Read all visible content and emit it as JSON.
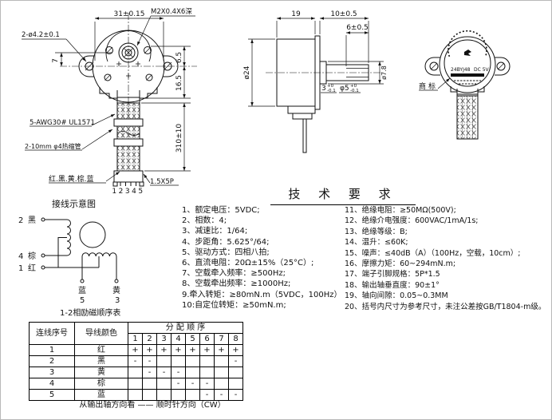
{
  "front_view": {
    "dim_width": "31±0.15",
    "thread_label": "M2X0.4X6深",
    "holes_label": "2-ø4.2±0.1",
    "dim_offset": "7",
    "dim_right_upper": "6.5",
    "dim_right_lower": "16.5",
    "dim_wire_length": "310±10",
    "wire_label": "5-AWG30# UL1571",
    "sleeve_label": "2-10mm φ4热缩管",
    "wire_colors_label": "红.黑.黄.棕.蓝",
    "pin_numbers": "12345",
    "connector_label": "1.5X5P"
  },
  "side_view": {
    "dim_depth": "19",
    "dim_shaft_len": "10±0.5",
    "dim_flat_len": "6±0.5",
    "dim_body_dia": "ø24",
    "dim_boss_dia": "ø7.8",
    "dim_across_flats": "3",
    "dim_shaft_dia": "φ5",
    "tol_up": "+0",
    "tol_dn": "-0.1"
  },
  "rear_view": {
    "trademark_label": "商标",
    "label_model": "24BYJ48",
    "label_voltage": "DC 5V"
  },
  "wiring": {
    "title": "接线示意图",
    "terminals": [
      {
        "num": "2",
        "color": "黑"
      },
      {
        "num": "4",
        "color": "棕"
      },
      {
        "num": "1",
        "color": "红"
      }
    ],
    "bottom_terminals": [
      {
        "color": "蓝",
        "num": "5"
      },
      {
        "color": "黄",
        "num": "3"
      }
    ],
    "caption": "1-2相励磁顺序表"
  },
  "tech": {
    "title": "技 术 要 求",
    "left": [
      "1、额定电压：5VDC;",
      "2、相数：4;",
      "3、减速比：1/64;",
      "4、步距角：5.625°/64;",
      "5、驱动方式：四相八拍;",
      "6、直流电阻：20Ω±15%（25°C）;",
      "7、空载牵入频率：≥500Hz;",
      "8、空载牵出频率：≥1000Hz;",
      "9.牵入转矩：≥80mN.m（5VDC，100Hz）",
      "10:自定位转矩：≥50mN.m;"
    ],
    "right": [
      "11、绝缘电阻：≥50MΩ(500V);",
      "12、绝缘介电强度：600VAC/1mA/1s;",
      "13、绝缘等级：B;",
      "14、温升：≤60K;",
      "15、噪声：≤40dB（A）（100Hz，空载，10cm）;",
      "16、摩擦力矩：60~294mN.m;",
      "17、端子引脚规格：5P*1.5",
      "18、输出轴垂直度：90±1°",
      "19、轴向间隙：0.05~0.3MM",
      "20、括号内尺寸为参考尺寸，未注公差按GB/T1804-m级。"
    ]
  },
  "sequence_table": {
    "col1_header": "连线序号",
    "col2_header": "导线颜色",
    "span_header": "分 配 顺 序",
    "step_headers": [
      "1",
      "2",
      "3",
      "4",
      "5",
      "6",
      "7",
      "8"
    ],
    "rows": [
      {
        "num": "1",
        "color": "红",
        "steps": [
          "+",
          "+",
          "+",
          "+",
          "+",
          "+",
          "+",
          "+"
        ]
      },
      {
        "num": "2",
        "color": "黑",
        "steps": [
          "-",
          "-",
          "",
          "",
          "",
          "",
          "",
          "-"
        ]
      },
      {
        "num": "3",
        "color": "黄",
        "steps": [
          "",
          "-",
          "-",
          "-",
          "",
          "",
          "",
          ""
        ]
      },
      {
        "num": "4",
        "color": "棕",
        "steps": [
          "",
          "",
          "",
          "-",
          "-",
          "-",
          "",
          ""
        ]
      },
      {
        "num": "5",
        "color": "蓝",
        "steps": [
          "",
          "",
          "",
          "",
          "",
          "-",
          "-",
          "-"
        ]
      }
    ],
    "footnote": "从输出轴方向看 —— 顺时针方向（CW）"
  }
}
